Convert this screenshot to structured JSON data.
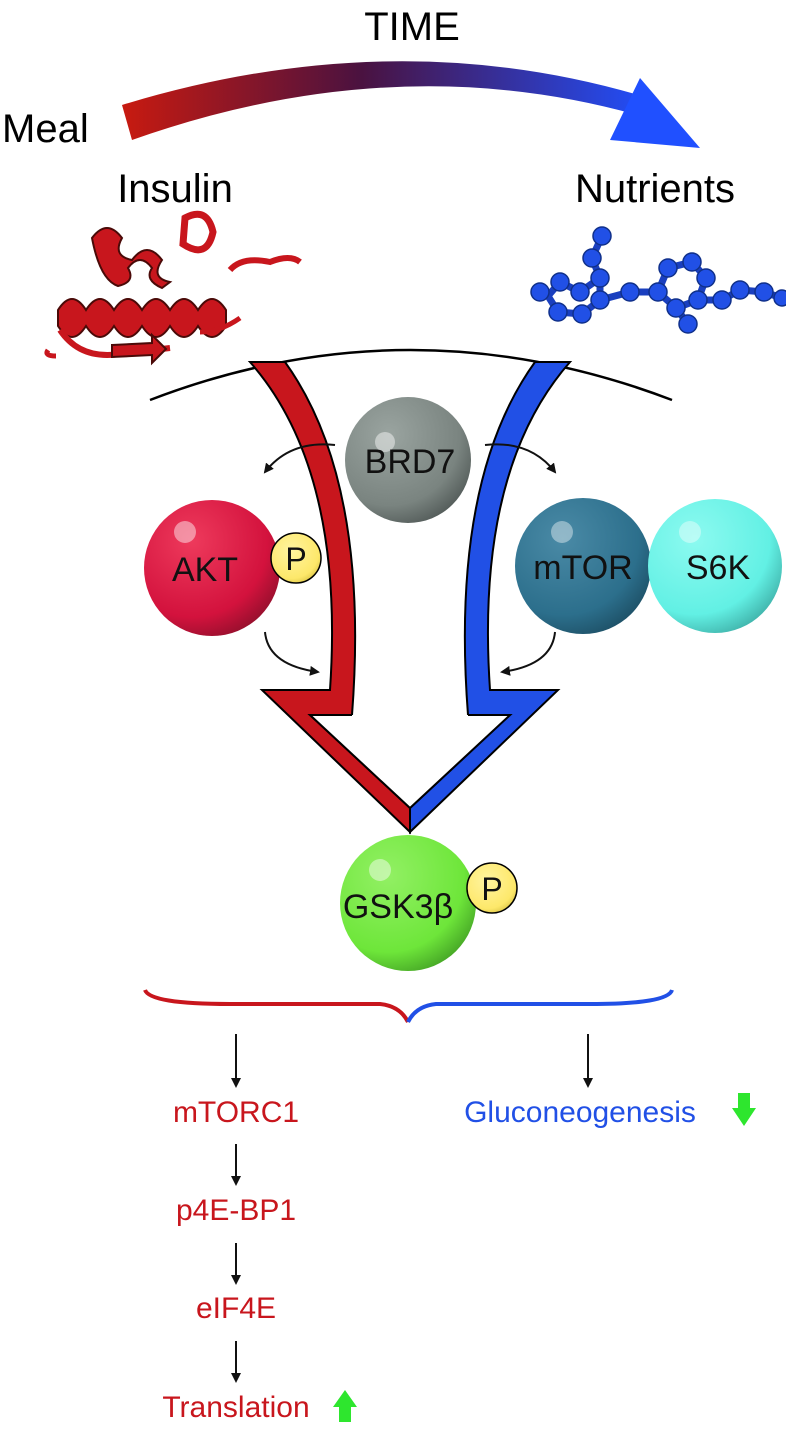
{
  "header": {
    "time_label": "TIME",
    "meal_label": "Meal"
  },
  "inputs": {
    "insulin_label": "Insulin",
    "nutrients_label": "Nutrients"
  },
  "nodes": {
    "brd7": "BRD7",
    "akt": "AKT",
    "akt_phospho": "P",
    "mtor": "mTOR",
    "s6k": "S6K",
    "gsk3b": "GSK3β",
    "gsk3b_phospho": "P"
  },
  "outputs": {
    "left": [
      "mTORC1",
      "p4E-BP1",
      "eIF4E",
      "Translation"
    ],
    "right": [
      "Gluconeogenesis"
    ]
  },
  "colors": {
    "insulin_red": "#c8161d",
    "nutrient_blue": "#2150e6",
    "akt": "#d3123d",
    "brd7": "#7a8480",
    "mtor": "#2c6f8c",
    "s6k": "#62f0e4",
    "gsk3b": "#6ee63a",
    "phospho": "#fde86a",
    "indicator_green": "#2ee62e"
  },
  "icons": {
    "insulin": "insulin-protein-ribbon-icon",
    "nutrients": "ball-and-stick-molecule-icon",
    "up": "green-up-arrow-icon",
    "down": "green-down-arrow-icon"
  }
}
